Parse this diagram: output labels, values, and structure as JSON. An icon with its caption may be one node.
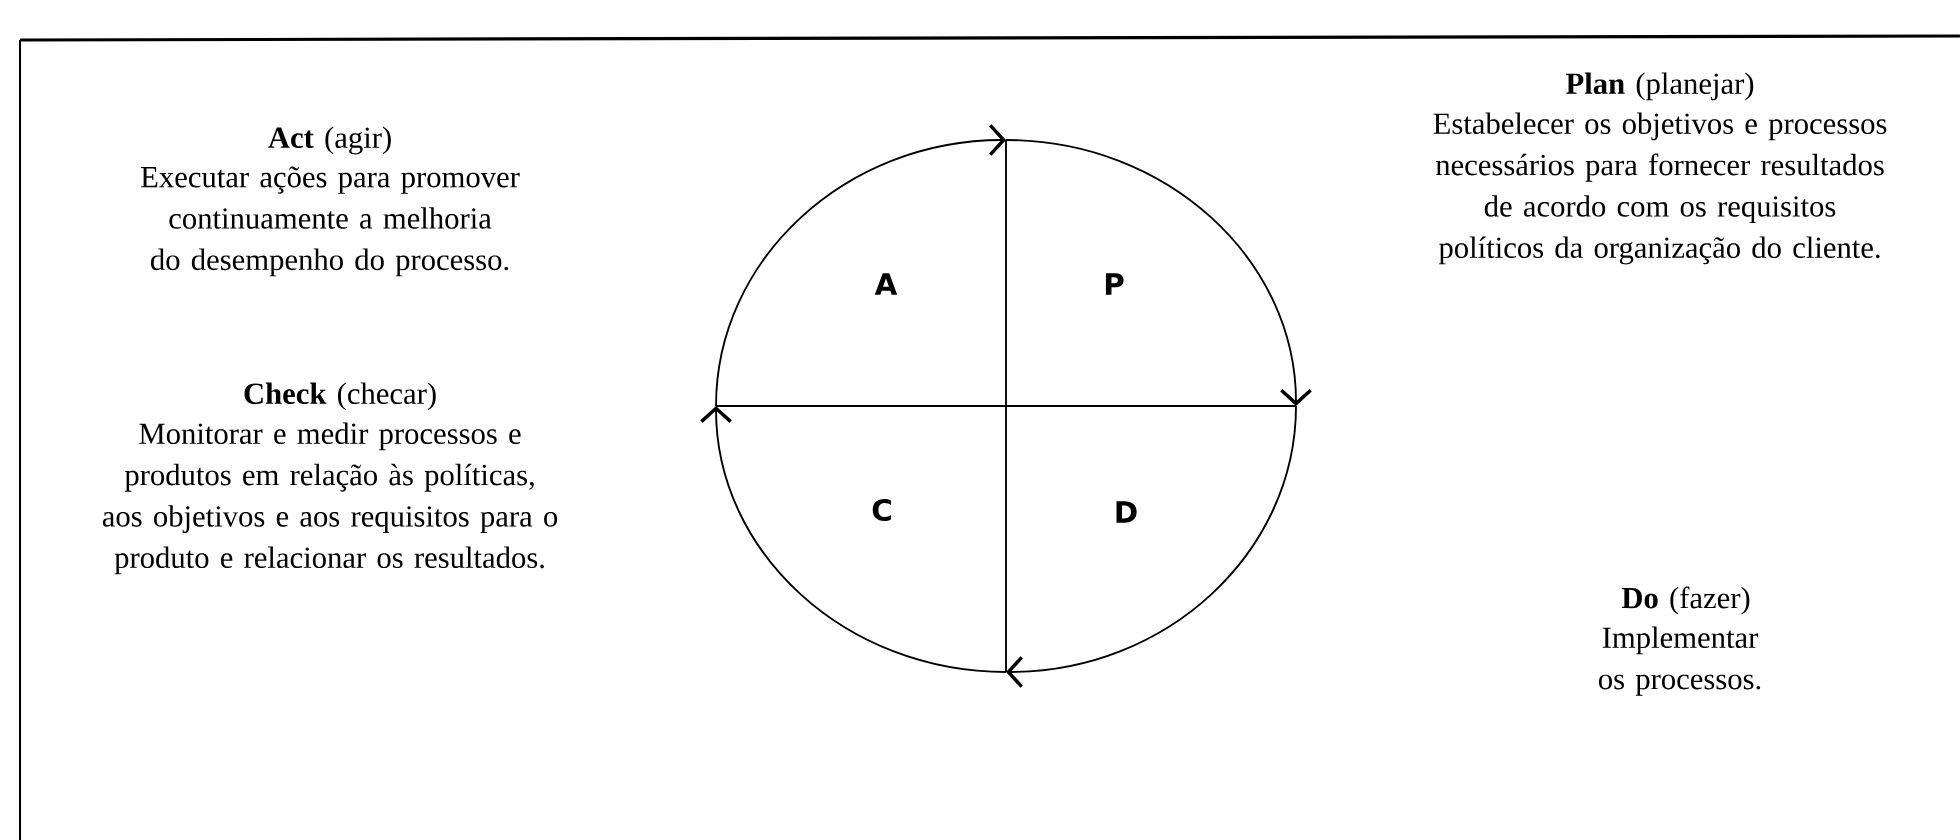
{
  "diagram": {
    "labels": [
      "**Act** (agir)",
      "Executar ações para promover continuamente a melhoria do desempenho do processo.",
      "A",
      "P",
      "**Plan** (planejar)",
      "Estabelecer os objetivos e processos necessários para fornecer resultados de acordo com os requisitos políticos da organização do cliente.",
      "C",
      "D",
      "**Check** (checar)",
      "Monitorar e medir processos e produtos em relação às políticas, aos objetivos e aos requisitos para o produto e relacionar os resultados.",
      "**Do** (fazer)",
      "Implementar os processos."
    ]
  }
}
